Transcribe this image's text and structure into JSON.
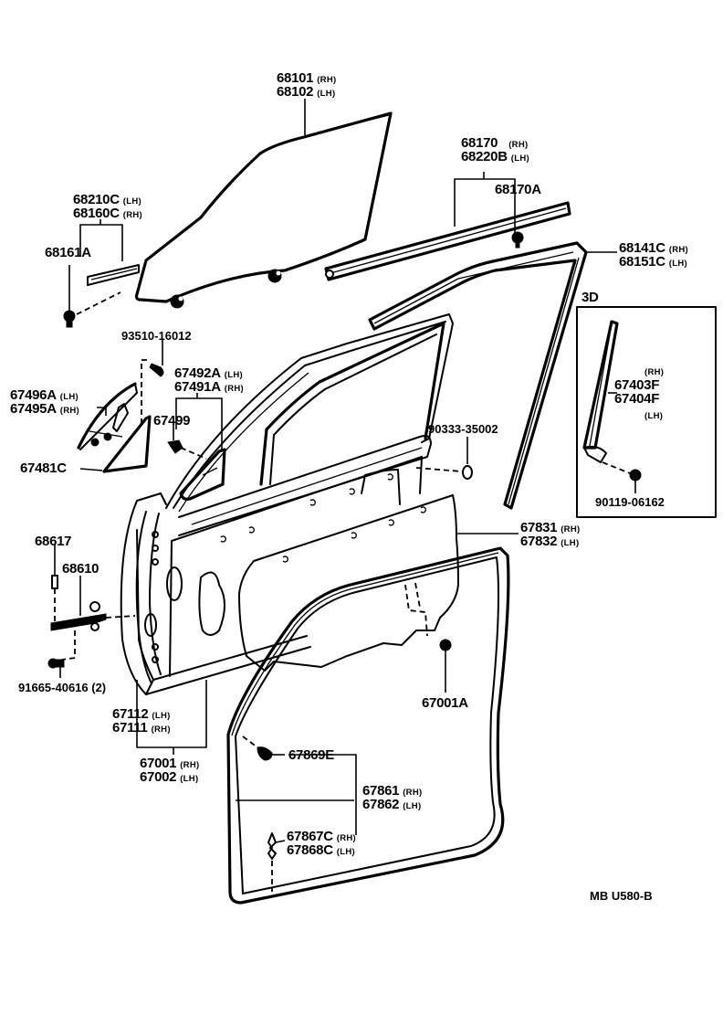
{
  "diagram": {
    "title": "Front Door Panel & Glass — exploded parts diagram",
    "figure_code": "MB U580-B",
    "inset": {
      "label": "3D"
    },
    "callouts": {
      "glass": {
        "lines": [
          {
            "part": "68101",
            "side": "(RH)"
          },
          {
            "part": "68102",
            "side": "(LH)"
          }
        ]
      },
      "belt_moulding": {
        "lines": [
          {
            "part": "68170",
            "side": "(RH)"
          },
          {
            "part": "68220B",
            "side": "(LH)"
          }
        ]
      },
      "belt_clip": {
        "part": "68170A"
      },
      "run_channel": {
        "lines": [
          {
            "part": "68210C",
            "side": "(LH)"
          },
          {
            "part": "68160C",
            "side": "(RH)"
          }
        ]
      },
      "channel_bolt": {
        "part": "68161A"
      },
      "glass_run": {
        "lines": [
          {
            "part": "68141C",
            "side": "(RH)"
          },
          {
            "part": "68151C",
            "side": "(LH)"
          }
        ]
      },
      "inset_part": {
        "side_top": "(RH)",
        "lines": [
          "67403F",
          "67404F"
        ],
        "side_bottom": "(LH)"
      },
      "inset_screw": {
        "part": "90119-06162"
      },
      "screw": {
        "part": "93510-16012"
      },
      "partition_sash": {
        "lines": [
          {
            "part": "67492A",
            "side": "(LH)"
          },
          {
            "part": "67491A",
            "side": "(RH)"
          }
        ]
      },
      "quarter_glass": {
        "lines": [
          {
            "part": "67496A",
            "side": "(LH)"
          },
          {
            "part": "67495A",
            "side": "(RH)"
          }
        ]
      },
      "sash_clip": {
        "part": "67499"
      },
      "quarter_weather": {
        "part": "67481C"
      },
      "plug": {
        "part": "90333-35002"
      },
      "service_cover": {
        "lines": [
          {
            "part": "67831",
            "side": "(RH)"
          },
          {
            "part": "67832",
            "side": "(LH)"
          }
        ]
      },
      "check_pin": {
        "part": "68617"
      },
      "door_check": {
        "part": "68610"
      },
      "check_bolt": {
        "part": "91665-40616 (2)"
      },
      "door_panel": {
        "lines": [
          {
            "part": "67112",
            "side": "(LH)"
          },
          {
            "part": "67111",
            "side": "(RH)"
          }
        ]
      },
      "door_assy": {
        "lines": [
          {
            "part": "67001",
            "side": "(RH)"
          },
          {
            "part": "67002",
            "side": "(LH)"
          }
        ]
      },
      "cover_clip": {
        "part": "67001A"
      },
      "ws_clip": {
        "part": "67869E"
      },
      "weatherstrip": {
        "lines": [
          {
            "part": "67861",
            "side": "(RH)"
          },
          {
            "part": "67862",
            "side": "(LH)"
          }
        ]
      },
      "ws_retainer": {
        "lines": [
          {
            "part": "67867C",
            "side": "(RH)"
          },
          {
            "part": "67868C",
            "side": "(LH)"
          }
        ]
      }
    }
  }
}
